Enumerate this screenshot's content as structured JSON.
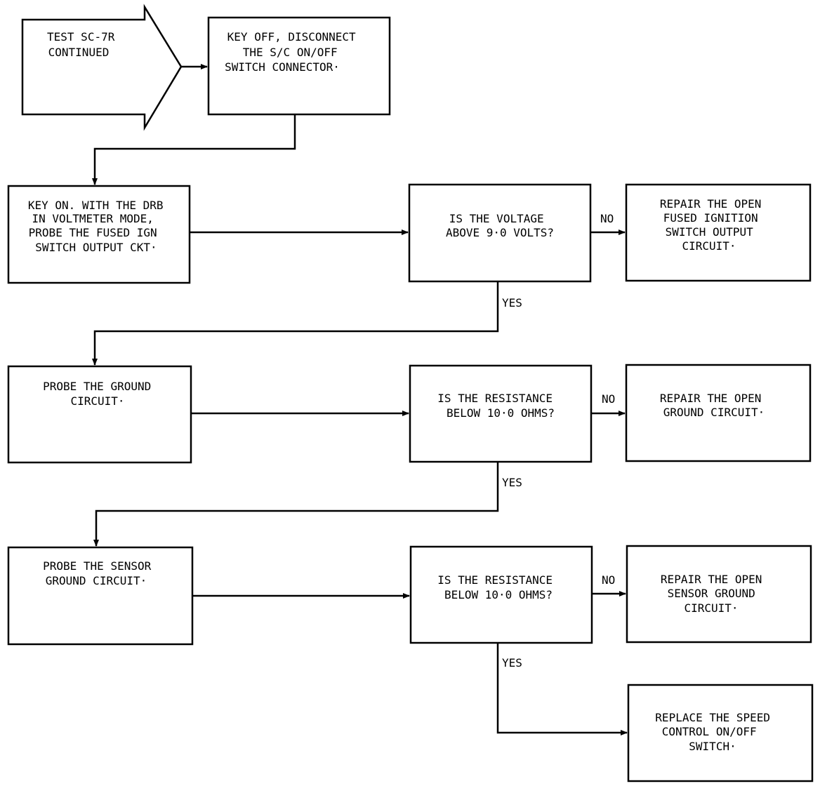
{
  "start": {
    "lines": [
      "TEST SC-7R",
      "CONTINUED"
    ]
  },
  "step1": {
    "lines": [
      "KEY OFF, DISCONNECT",
      "THE S/C ON/OFF",
      "SWITCH CONNECTOR·"
    ]
  },
  "step2": {
    "lines": [
      "KEY ON. WITH THE DRB",
      "IN VOLTMETER MODE,",
      "PROBE THE FUSED IGN",
      "SWITCH OUTPUT CKT·"
    ]
  },
  "q1": {
    "lines": [
      "IS THE VOLTAGE",
      "ABOVE 9·0 VOLTS?"
    ]
  },
  "r1": {
    "lines": [
      "REPAIR THE OPEN",
      "FUSED IGNITION",
      "SWITCH OUTPUT",
      "CIRCUIT·"
    ]
  },
  "step3": {
    "lines": [
      "PROBE THE GROUND",
      "CIRCUIT·"
    ]
  },
  "q2": {
    "lines": [
      "IS THE RESISTANCE",
      "BELOW 10·0 OHMS?"
    ]
  },
  "r2": {
    "lines": [
      "REPAIR THE OPEN",
      "GROUND CIRCUIT·"
    ]
  },
  "step4": {
    "lines": [
      "PROBE THE SENSOR",
      "GROUND CIRCUIT·"
    ]
  },
  "q3": {
    "lines": [
      "IS THE RESISTANCE",
      "BELOW 10·0 OHMS?"
    ]
  },
  "r3": {
    "lines": [
      "REPAIR THE OPEN",
      "SENSOR GROUND",
      "CIRCUIT·"
    ]
  },
  "r4": {
    "lines": [
      "REPLACE THE SPEED",
      "CONTROL ON/OFF",
      "SWITCH·"
    ]
  },
  "labels": {
    "yes": "YES",
    "no": "NO"
  }
}
